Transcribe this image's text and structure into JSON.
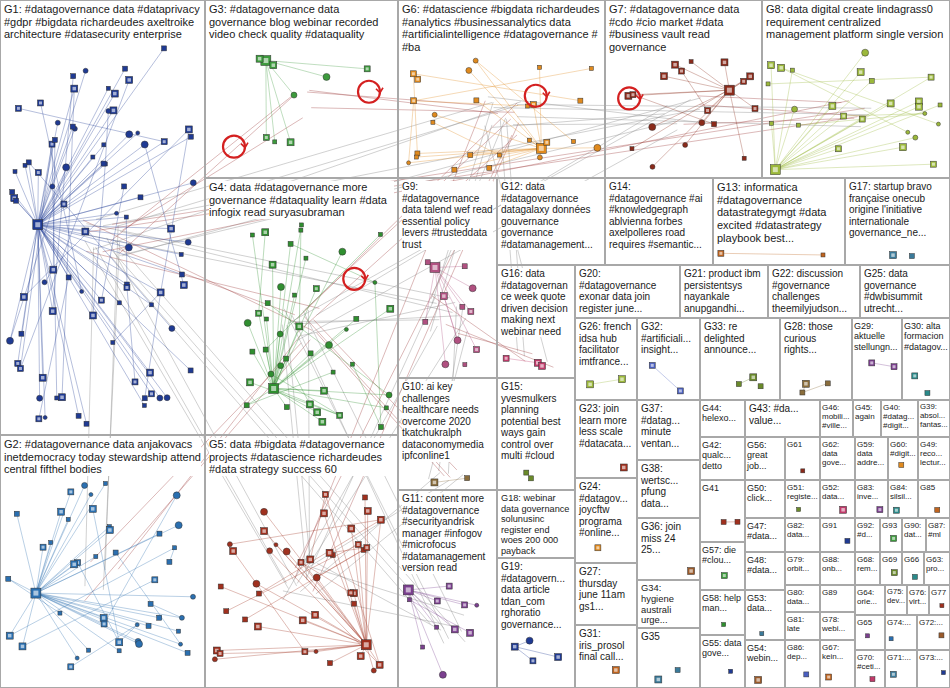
{
  "diagram": {
    "nodes": [
      {
        "text": [
          "G1: #datagovernance data #dataprivacy #gdpr #bigdata richardeudes axeltroike architecture #datasecurity enterprise"
        ]
      },
      {
        "text": [
          "G2: #datagovernance data anjakovacs inetdemocracy today stewardship attend central fifthel bodies"
        ]
      },
      {
        "text": [
          "G3: #datagovernance data governance blog webinar recorded video check quality #dataquality"
        ]
      },
      {
        "text": [
          "G4: data #datagovernance more governance #dataquality learn #data infogix read suryasubraman"
        ]
      },
      {
        "text": [
          "G5: data #bigdata #datagovernance projects #datascience richardeudes #data strategy success 60"
        ]
      },
      {
        "text": [
          "G6: #datascience #bigdata richardeudes #analytics #businessanalytics data #artificialintelligence #datagovernance # #ba"
        ]
      },
      {
        "text": [
          "G7: #datagovernance data #cdo #cio market #data #business vault read governance"
        ]
      },
      {
        "text": [
          "G8: data digital create lindagrass0 requirement centralized management platform single version"
        ]
      },
      {
        "text": [
          "G9: #datagovernance data talend wef read essential policy levers #trusteddata trust"
        ]
      },
      {
        "text": [
          "G10: ai key challenges healthcare needs overcome 2020 tkatchukralph dataconomymedia ipfconline1"
        ]
      },
      {
        "text": [
          "G11: content more #datagovernance #securityandrisk manager #infogov #microfocus #datamanagement version read"
        ]
      },
      {
        "text": [
          "G12: data #datagovernance datagalaxy données gouvernance governance #datamanagement..."
        ]
      },
      {
        "text": [
          "G13: informatica #datagovernance datastrategymgt #data excited #datastrategy playbook best..."
        ]
      },
      {
        "text": [
          "G14: #datagovernance #ai #knowledgegraph ablvienna forbes axelpolleres road requires #semantic..."
        ]
      },
      {
        "text": [
          "G15: yvesmulkers planning potential best ways gain control over multi #cloud"
        ]
      },
      {
        "text": [
          "G16: data #datagovernance week quote driven decision making next webinar need"
        ]
      },
      {
        "text": [
          "G17: startup bravo française onecub origine l'initiative internationale governance_ne..."
        ]
      },
      {
        "text": [
          "G18: webinar data governance solunusinc register end woes 200 000 payback"
        ]
      },
      {
        "text": [
          "G19: #datagovern... data article tdan_com rghoratio governance..."
        ]
      },
      {
        "text": [
          "G20: #datagovernance exonar data join register june..."
        ]
      },
      {
        "text": [
          "G21: product ibm persistentsys nayankale anupgandhi..."
        ]
      },
      {
        "text": [
          "G22: discussion #governance challenges theemilyjudson..."
        ]
      },
      {
        "text": [
          "G23: join learn more less scale #datacata..."
        ]
      },
      {
        "text": [
          "G24: #datagov... joycftw programa #online..."
        ]
      },
      {
        "text": [
          "G25: data governance #dwbisummit utrecht..."
        ]
      },
      {
        "text": [
          "G26: french idsa hub facilitator imtfrance..."
        ]
      },
      {
        "text": [
          "G27: thursday june 11am gs1..."
        ]
      },
      {
        "text": [
          "G28: those curious rights..."
        ]
      },
      {
        "text": [
          "G29: aktuelle stellungn..."
        ]
      },
      {
        "text": [
          "G30: alta formacion #datagov..."
        ]
      },
      {
        "text": [
          "G31: iris_prosol final call..."
        ]
      },
      {
        "text": [
          "G32: #artificiali... insight..."
        ]
      },
      {
        "text": [
          "G33: re delighted announce..."
        ]
      },
      {
        "text": [
          "G34: hygiene australi urge..."
        ]
      },
      {
        "text": [
          "G35"
        ]
      },
      {
        "text": [
          "G36: join miss 24 25..."
        ]
      },
      {
        "text": [
          "G37: #datag... minute ventan..."
        ]
      },
      {
        "text": [
          "G38: wertsc... pfung data..."
        ]
      },
      {
        "text": [
          "G39: absol... fantas..."
        ]
      },
      {
        "text": [
          "G40: #datag... #digit..."
        ]
      },
      {
        "text": [
          "G41"
        ]
      },
      {
        "text": [
          "G42: qualc... detto"
        ]
      },
      {
        "text": [
          "G43: #da... value..."
        ]
      },
      {
        "text": [
          "G44: helexo..."
        ]
      },
      {
        "text": [
          "G45: again"
        ]
      },
      {
        "text": [
          "G46: mobili... #ville..."
        ]
      },
      {
        "text": [
          "G47: #data..."
        ]
      },
      {
        "text": [
          "G48: #data..."
        ]
      },
      {
        "text": [
          "G49: reco... lectur..."
        ]
      },
      {
        "text": [
          "G50: click..."
        ]
      },
      {
        "text": [
          "G51: registe..."
        ]
      },
      {
        "text": [
          "G52: data..."
        ]
      },
      {
        "text": [
          "G53: data..."
        ]
      },
      {
        "text": [
          "G54: webin..."
        ]
      },
      {
        "text": [
          "G55: data gove..."
        ]
      },
      {
        "text": [
          "G56: great job..."
        ]
      },
      {
        "text": [
          "G57: die #clou..."
        ]
      },
      {
        "text": [
          "G58: help man..."
        ]
      },
      {
        "text": [
          "G59: data addre..."
        ]
      },
      {
        "text": [
          "G60: #digit..."
        ]
      },
      {
        "text": [
          "G61"
        ]
      },
      {
        "text": [
          "G62: data gove..."
        ]
      },
      {
        "text": [
          "G63: pro..."
        ]
      },
      {
        "text": [
          "G64: orie..."
        ]
      },
      {
        "text": [
          "G65"
        ]
      },
      {
        "text": [
          "G66"
        ]
      },
      {
        "text": [
          "G67: kein..."
        ]
      },
      {
        "text": [
          "G68: rem..."
        ]
      },
      {
        "text": [
          "G69"
        ]
      },
      {
        "text": [
          "G70: #ceti..."
        ]
      },
      {
        "text": [
          "G71:..."
        ]
      },
      {
        "text": [
          "G72:..."
        ]
      },
      {
        "text": [
          "G73:..."
        ]
      },
      {
        "text": [
          "G74:..."
        ]
      },
      {
        "text": [
          "G75: dev..."
        ]
      },
      {
        "text": [
          "G76: virt..."
        ]
      },
      {
        "text": [
          "G77"
        ]
      },
      {
        "text": [
          "G78: webi..."
        ]
      },
      {
        "text": [
          "G79: orbit..."
        ]
      },
      {
        "text": [
          "G80: data..."
        ]
      },
      {
        "text": [
          "G81: late"
        ]
      },
      {
        "text": [
          "G82: data..."
        ]
      },
      {
        "text": [
          "G83: inve..."
        ]
      },
      {
        "text": [
          "G84: silsil..."
        ]
      },
      {
        "text": [
          "G85"
        ]
      },
      {
        "text": [
          "G86: dep..."
        ]
      },
      {
        "text": [
          "G87: #ml"
        ]
      },
      {
        "text": [
          "G88: onb..."
        ]
      },
      {
        "text": [
          "G89"
        ]
      },
      {
        "text": [
          "G90: dat..."
        ]
      },
      {
        "text": [
          "G91"
        ]
      },
      {
        "text": [
          "G92: #d..."
        ]
      },
      {
        "text": [
          "G93"
        ]
      }
    ]
  }
}
